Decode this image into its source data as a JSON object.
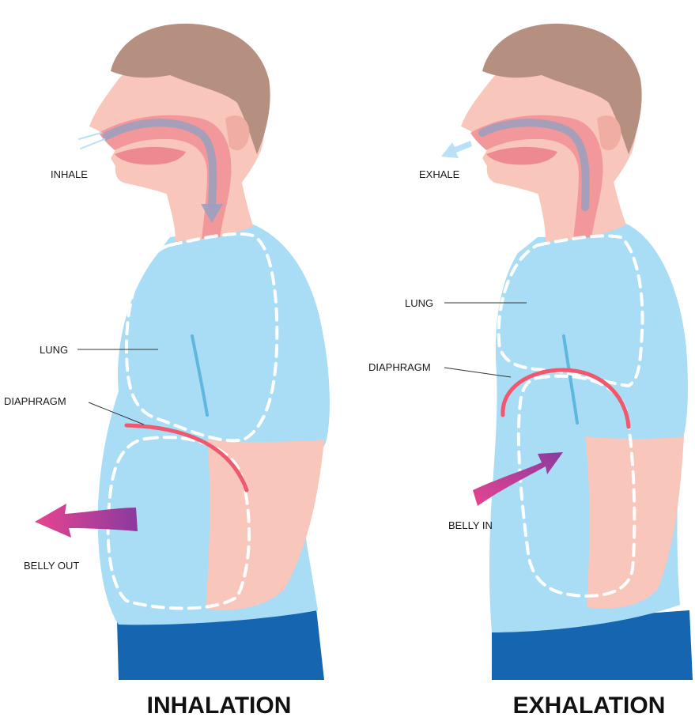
{
  "colors": {
    "skin": "#f8c6bb",
    "skin_shadow": "#f0ada3",
    "hair": "#b58f80",
    "hair_light": "#c9a597",
    "airway": "#f2979a",
    "airway_inner": "#ec8a8f",
    "shirt": "#a9dcf5",
    "shirt_fold": "#5fb7e0",
    "pants": "#1565b0",
    "diaphragm": "#f0586e",
    "dashed": "#ffffff",
    "air_arrow": "#9aa0c0",
    "breath": "#b9e0f7",
    "belly_arrow_start": "#e8448f",
    "belly_arrow_end": "#8a3a9f",
    "text": "#1a1a1a"
  },
  "left": {
    "title": "INHALATION",
    "labels": {
      "inhale": "INHALE",
      "lung": "LUNG",
      "diaphragm": "DIAPHRAGM",
      "belly": "BELLY OUT"
    }
  },
  "right": {
    "title": "EXHALATION",
    "labels": {
      "exhale": "EXHALE",
      "lung": "LUNG",
      "diaphragm": "DIAPHRAGM",
      "belly": "BELLY IN"
    }
  }
}
